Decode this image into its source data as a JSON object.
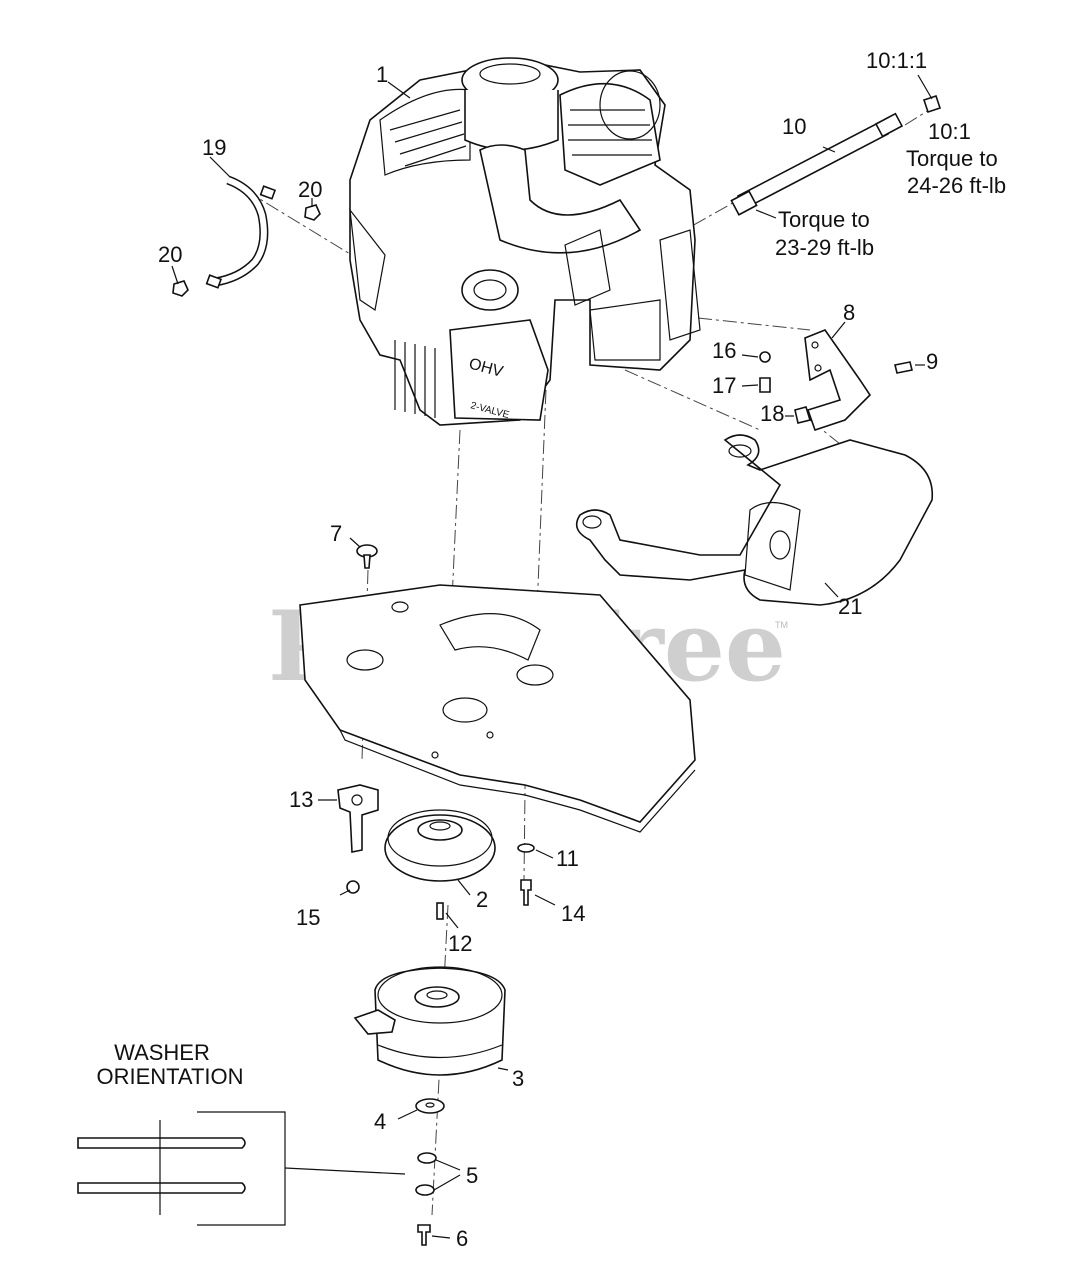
{
  "watermark": "PartsTree",
  "watermark_tm": "TM",
  "washer_orientation": {
    "line1": "WASHER",
    "line2": "ORIENTATION"
  },
  "callouts": {
    "c1": "1",
    "c2": "2",
    "c3": "3",
    "c4": "4",
    "c5": "5",
    "c6": "6",
    "c7": "7",
    "c8": "8",
    "c9": "9",
    "c10": "10",
    "c10_1": "10:1",
    "c10_1_1": "10:1:1",
    "c11": "11",
    "c12": "12",
    "c13": "13",
    "c14": "14",
    "c15": "15",
    "c16": "16",
    "c17": "17",
    "c18": "18",
    "c19": "19",
    "c20a": "20",
    "c20b": "20",
    "c21": "21"
  },
  "notes": {
    "torque_10_1_line1": "Torque to",
    "torque_10_1_line2": "24-26 ft-lb",
    "torque_10_line1": "Torque to",
    "torque_10_line2": "23-29 ft-lb"
  }
}
